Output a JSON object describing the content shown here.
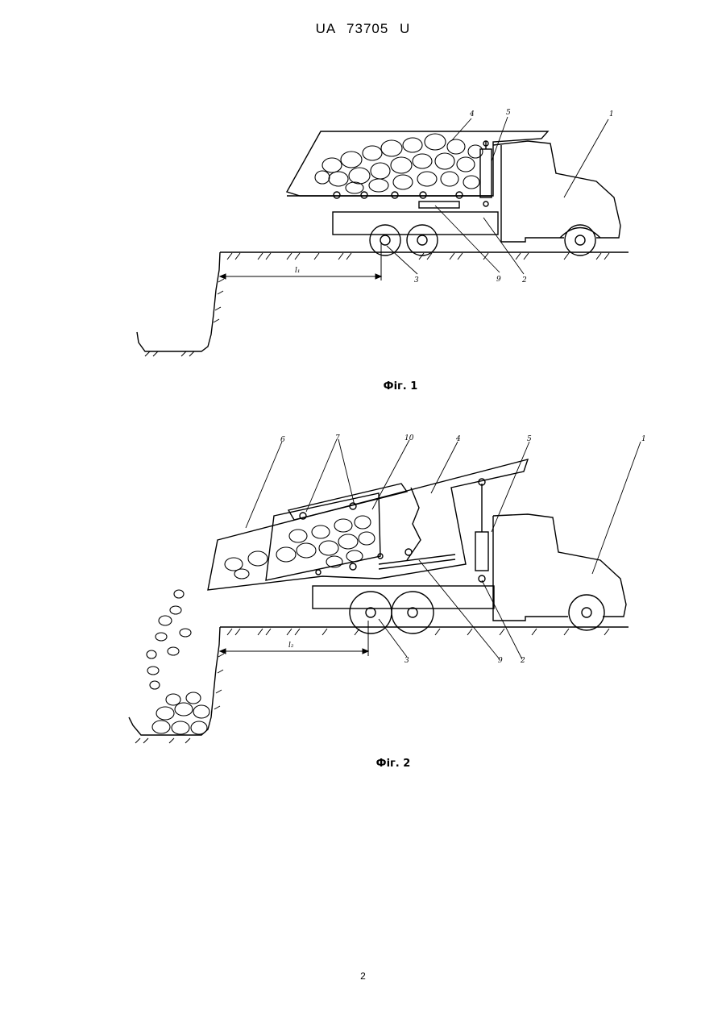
{
  "header": {
    "doc_id": "UA   73705   U"
  },
  "figure1": {
    "caption": "Фіг. 1",
    "labels": {
      "l1": "1",
      "l2": "2",
      "l3": "3",
      "l4": "4",
      "l5": "5",
      "l9": "9",
      "dim": "l₁"
    }
  },
  "figure2": {
    "caption": "Фіг. 2",
    "labels": {
      "l1": "1",
      "l2": "2",
      "l3": "3",
      "l4": "4",
      "l5": "5",
      "l6": "6",
      "l7": "7",
      "l9": "9",
      "l10": "10",
      "dim": "l₂"
    }
  },
  "footer": {
    "page_number": "2"
  }
}
